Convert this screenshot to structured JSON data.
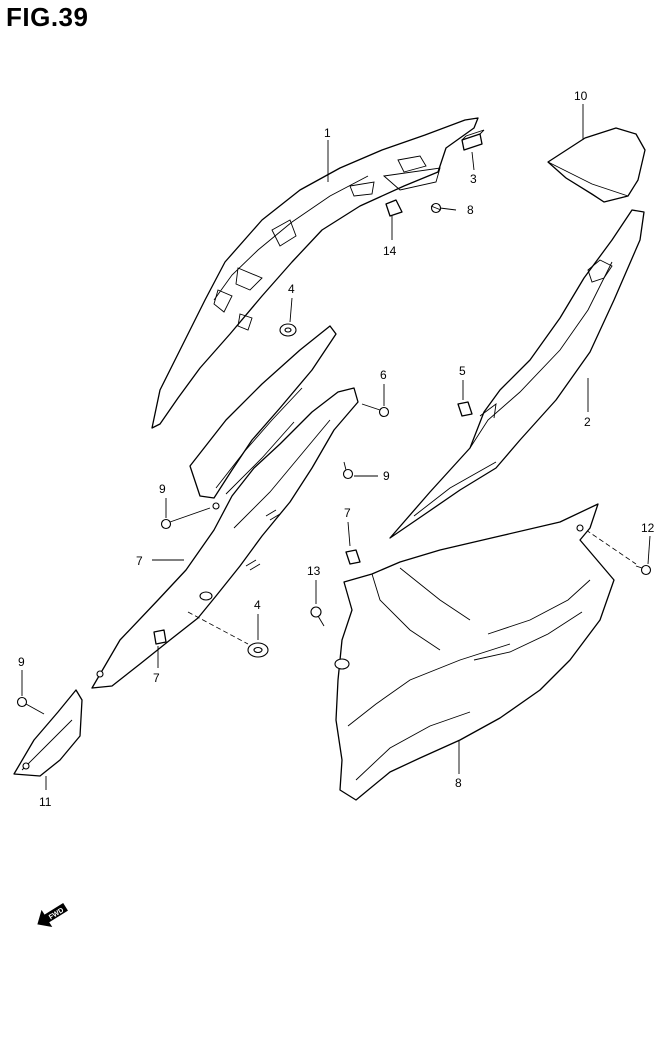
{
  "figure": {
    "title": "FIG.39"
  },
  "callouts": [
    {
      "id": "c1",
      "label": "1"
    },
    {
      "id": "c10",
      "label": "10"
    },
    {
      "id": "c3",
      "label": "3"
    },
    {
      "id": "c8a",
      "label": "8"
    },
    {
      "id": "c14",
      "label": "14"
    },
    {
      "id": "c4a",
      "label": "4"
    },
    {
      "id": "c2",
      "label": "2"
    },
    {
      "id": "c5",
      "label": "5"
    },
    {
      "id": "c6",
      "label": "6"
    },
    {
      "id": "c9a",
      "label": "9"
    },
    {
      "id": "c9b",
      "label": "9"
    },
    {
      "id": "c7a",
      "label": "7"
    },
    {
      "id": "c7b",
      "label": "7"
    },
    {
      "id": "c4b",
      "label": "4"
    },
    {
      "id": "c7c",
      "label": "7"
    },
    {
      "id": "c12",
      "label": "12"
    },
    {
      "id": "c13",
      "label": "13"
    },
    {
      "id": "c9c",
      "label": "9"
    },
    {
      "id": "c11",
      "label": "11"
    },
    {
      "id": "c8b",
      "label": "8"
    }
  ],
  "fwd_badge": {
    "text": "FWD"
  }
}
